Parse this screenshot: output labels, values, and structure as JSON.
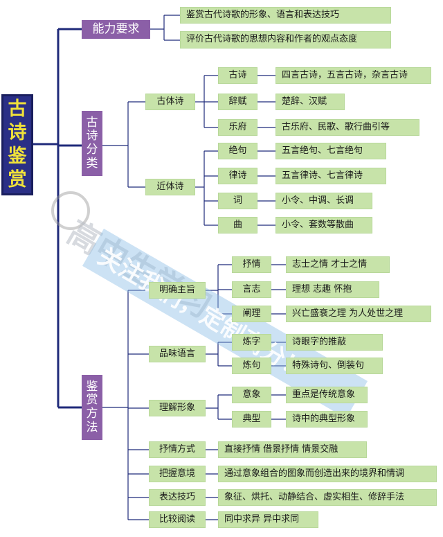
{
  "root": {
    "title": "古诗鉴赏",
    "chars": [
      "古",
      "诗",
      "鉴",
      "赏"
    ]
  },
  "ability": {
    "label": "能力要求",
    "items": [
      "鉴赏古代诗歌的形象、语言和表达技巧",
      "评价古代诗歌的思想内容和作者的观点态度"
    ]
  },
  "category": {
    "label": "古诗分类",
    "chars": [
      "古",
      "诗",
      "分",
      "类"
    ],
    "groups": [
      {
        "label": "古体诗",
        "items": [
          {
            "label": "古诗",
            "desc": "四言古诗，五言古诗，杂言古诗"
          },
          {
            "label": "辞赋",
            "desc": "楚辞、汉赋"
          },
          {
            "label": "乐府",
            "desc": "古乐府、民歌、歌行曲引等"
          }
        ]
      },
      {
        "label": "近体诗",
        "items": [
          {
            "label": "绝句",
            "desc": "五言绝句、七言绝句"
          },
          {
            "label": "律诗",
            "desc": "五言律诗、七言律诗"
          },
          {
            "label": "词",
            "desc": "小令、中调、长调"
          },
          {
            "label": "曲",
            "desc": "小令、套数等散曲"
          }
        ]
      }
    ]
  },
  "method": {
    "label": "鉴赏方法",
    "chars": [
      "鉴",
      "赏",
      "方",
      "法"
    ],
    "groups": [
      {
        "label": "明确主旨",
        "items": [
          {
            "label": "抒情",
            "desc": "志士之情  才士之情"
          },
          {
            "label": "言志",
            "desc": "理想  志趣  怀抱"
          },
          {
            "label": "阐理",
            "desc": "兴亡盛衰之理  为人处世之理"
          }
        ]
      },
      {
        "label": "品味语言",
        "items": [
          {
            "label": "炼字",
            "desc": "诗眼字的推敲"
          },
          {
            "label": "炼句",
            "desc": "特殊诗句、倒装句"
          }
        ]
      },
      {
        "label": "理解形象",
        "items": [
          {
            "label": "意象",
            "desc": "重点是传统意象"
          },
          {
            "label": "典型",
            "desc": "诗中的典型形象"
          }
        ]
      },
      {
        "label": "抒情方式",
        "desc": "直接抒情  借景抒情  情景交融"
      },
      {
        "label": "把握意境",
        "desc": "通过意象组合的图象而创造出来的境界和情调"
      },
      {
        "label": "表达技巧",
        "desc": "象征、烘托、动静结合、虚实相生、修辞手法"
      },
      {
        "label": "比较阅读",
        "desc": "同中求异  异中求同"
      }
    ]
  },
  "watermark": {
    "text1": "高中生学习",
    "text2": "关注我们，定制高分！"
  },
  "colors": {
    "line": "#1f2a7a",
    "purple": "#8b5fa7",
    "green": "#c7e3a9",
    "root_bg": "#2a2f86",
    "root_text": "#f0e23a"
  }
}
